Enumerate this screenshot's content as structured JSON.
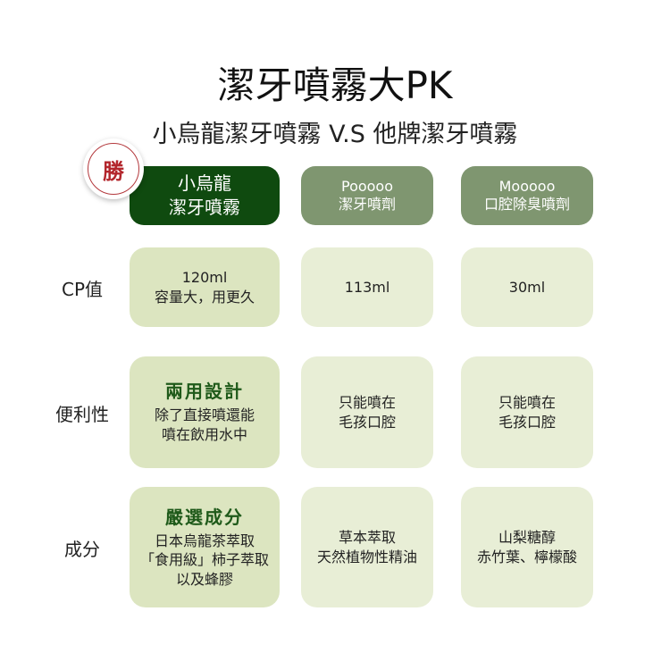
{
  "title": "潔牙噴霧大PK",
  "subtitle": "小烏龍潔牙噴霧 V.S 他牌潔牙噴霧",
  "badge": "勝",
  "headers": [
    {
      "l1": "小烏龍",
      "l2": "潔牙噴霧"
    },
    {
      "l1": "Pooooo",
      "l2": "潔牙噴劑"
    },
    {
      "l1": "Mooooo",
      "l2": "口腔除臭噴劑"
    }
  ],
  "rows": [
    {
      "label": "CP值",
      "cells": [
        {
          "lines": [
            "120ml",
            "容量大，用更久"
          ]
        },
        {
          "lines": [
            "113ml"
          ]
        },
        {
          "lines": [
            "30ml"
          ]
        }
      ]
    },
    {
      "label": "便利性",
      "cells": [
        {
          "highlight": "兩用設計",
          "lines": [
            "除了直接噴還能",
            "噴在飲用水中"
          ]
        },
        {
          "lines": [
            "只能噴在",
            "毛孩口腔"
          ]
        },
        {
          "lines": [
            "只能噴在",
            "毛孩口腔"
          ]
        }
      ]
    },
    {
      "label": "成分",
      "cells": [
        {
          "highlight": "嚴選成分",
          "lines": [
            "日本烏龍茶萃取",
            "「食用級」柿子萃取",
            "以及蜂膠"
          ]
        },
        {
          "lines": [
            "草本萃取",
            "天然植物性精油"
          ]
        },
        {
          "lines": [
            "山梨糖醇",
            "赤竹葉、檸檬酸"
          ]
        }
      ]
    }
  ],
  "colors": {
    "winner": "#0f4a0f",
    "other": "#7f9670",
    "winner_cell": "#dce5c0",
    "cell": "#e8eed6",
    "badge": "#b3262c"
  }
}
